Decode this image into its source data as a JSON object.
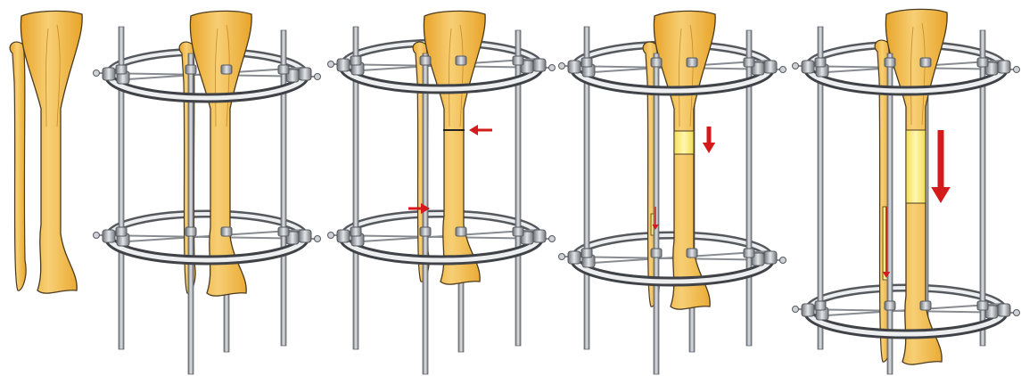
{
  "figure": {
    "panels": [
      {
        "id": "intact",
        "frame": false,
        "osteotomy": false,
        "distraction": "none"
      },
      {
        "id": "frame-applied",
        "frame": true,
        "osteotomy": false,
        "distraction": "none"
      },
      {
        "id": "corticotomy",
        "frame": true,
        "osteotomy": true,
        "distraction": "none"
      },
      {
        "id": "early-distraction",
        "frame": true,
        "osteotomy": true,
        "distraction": "small"
      },
      {
        "id": "late-distraction",
        "frame": true,
        "osteotomy": true,
        "distraction": "large"
      }
    ],
    "colors": {
      "bone": "#f2b640",
      "bone_light": "#f8d690",
      "bone_outline": "#4a3a20",
      "regenerate": "#fbef8a",
      "metal": "#9a9ea4",
      "metal_dark": "#55595e",
      "metal_light": "#eceef0",
      "arrow": "#d41b1b"
    },
    "icons": [
      "red-arrow-left-icon",
      "red-arrow-right-icon",
      "red-arrow-down-icon"
    ]
  }
}
